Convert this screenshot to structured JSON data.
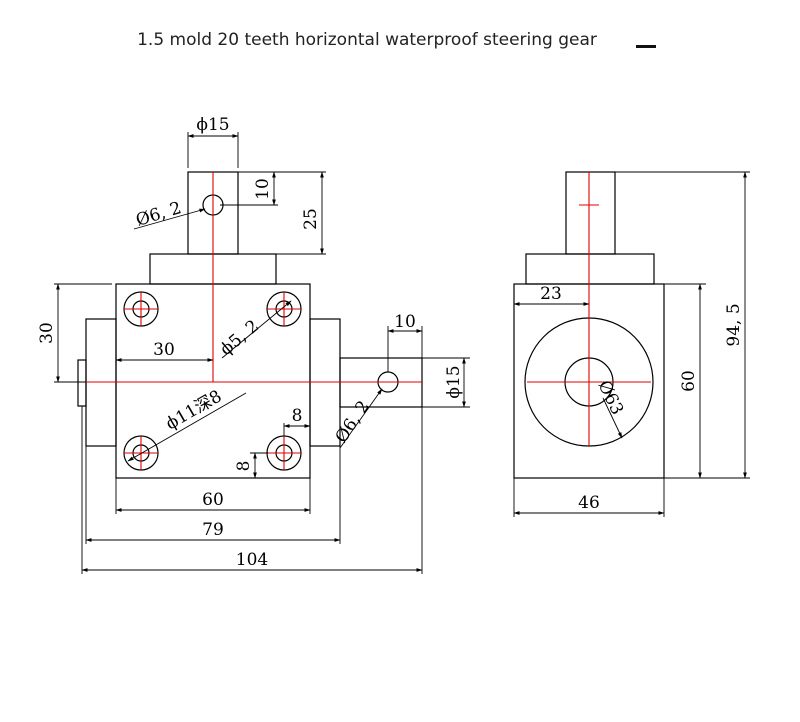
{
  "title": "1.5 mold 20 teeth horizontal waterproof steering gear",
  "colors": {
    "outline": "#000000",
    "centerline": "#e00000",
    "text": "#222222"
  },
  "front_view": {
    "dims": {
      "shaft_dia": "ϕ15",
      "top_offset": "10",
      "shaft_len": "25",
      "side_hole": "Ø6, 2",
      "height30": "30",
      "center30": "30",
      "mount_hole": "ϕ5, 2",
      "counterbore": "ϕ11深8",
      "edge8_h": "8",
      "edge8_v": "8",
      "right_offset": "10",
      "right_shaft_dia": "ϕ15",
      "right_hole": "Ø6, 2",
      "width60": "60",
      "width79": "79",
      "width104": "104"
    }
  },
  "side_view": {
    "dims": {
      "half_width": "23",
      "bore": "Ø63",
      "height60": "60",
      "total_height": "94, 5",
      "width46": "46"
    }
  }
}
